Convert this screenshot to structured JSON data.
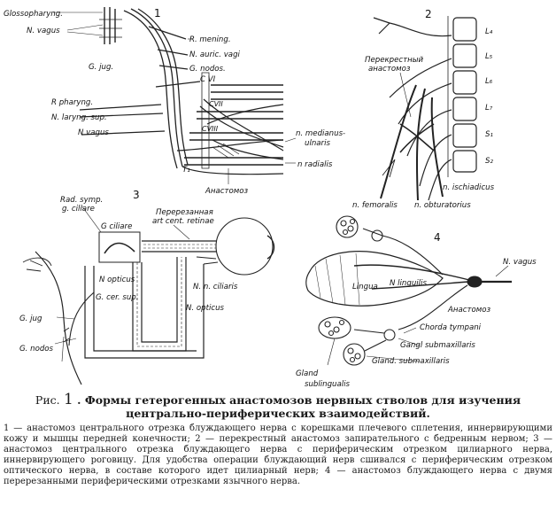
{
  "panel1": {
    "number": "1",
    "labels": {
      "glossopharyng": "Glossopharyng.",
      "n_vagus_top": "N. vagus",
      "g_jug": "G. jug.",
      "r_mening": "R. mening.",
      "n_auric_vagi": "N. auric. vagi",
      "g_nodos": "G. nodos.",
      "c6": "C VI",
      "c7": "CVII",
      "c8": "CVIII",
      "t1": "T₁",
      "r_pharyng": "R pharyng.",
      "n_laryng_sup": "N. laryng. sup.",
      "n_vagus": "N vagus",
      "n_medianus": "n. medianus-",
      "ulnaris": "ulnaris",
      "n_radialis": "n radialis",
      "anastomoz": "Анастомоз"
    }
  },
  "panel2": {
    "number": "2",
    "labels": {
      "cross_anast_1": "Перекрестный",
      "cross_anast_2": "анастомоз",
      "l4": "L₄",
      "l5": "L₅",
      "l6": "L₆",
      "l7": "L₇",
      "s1": "S₁",
      "s2": "S₂",
      "n_ischiadicus": "n. ischiadicus",
      "n_femoralis": "n. femoralis",
      "n_obturatorius": "n. obturatorius"
    }
  },
  "panel3": {
    "number": "3",
    "labels": {
      "rad_symp": "Rad. symp.",
      "g_ciliare": "g. ciliare",
      "g_ciliare_box": "G ciliare",
      "cut_art_1": "Перерезанная",
      "cut_art_2": "art cent. retinae",
      "n_opticus_in": "N opticus",
      "g_cer_sup": "G. cer. sup.",
      "n_n_ciliaris": "N. n. ciliaris",
      "n_opticus": "N. opticus",
      "g_jug": "G. jug",
      "g_nodos": "G. nodos"
    }
  },
  "panel4": {
    "number": "4",
    "labels": {
      "lingua": "Lingua",
      "n_lingualis": "N linguilis",
      "n_vagus": "N. vagus",
      "anastomoz": "Анастомоз",
      "chorda_tympani": "Chorda tympani",
      "gangl_submax": "Gangl submaxillaris",
      "gland_submax": "Gland. submaxillaris",
      "gland_subling_1": "Gland",
      "gland_subling_2": "sublingualis"
    }
  },
  "caption": {
    "prefix": "Рис.",
    "number": "1",
    "title": ". Формы гетерогенных анастомозов нервных стволов для изучения центрально-периферических взаимодействий.",
    "body": "1 — анастомоз центрального отрезка блуждающего нерва с корешками плечевого сплетения, иннервирующими кожу и мышцы передней конечности; 2 — перекрестный анастомоз запирательного с бедренным нервом; 3 — анастомоз центрального отрезка блуждающего нерва с периферическим отрезком цилиарного нерва, иннервирующего роговицу. Для удобства операции блуждающий нерв сшивался с периферическим отрезком оптического нерва, в составе которого идет цилиарный нерв; 4 — анастомоз блуждающего нерва с двумя перерезанными периферическими отрезками язычного нерва."
  }
}
